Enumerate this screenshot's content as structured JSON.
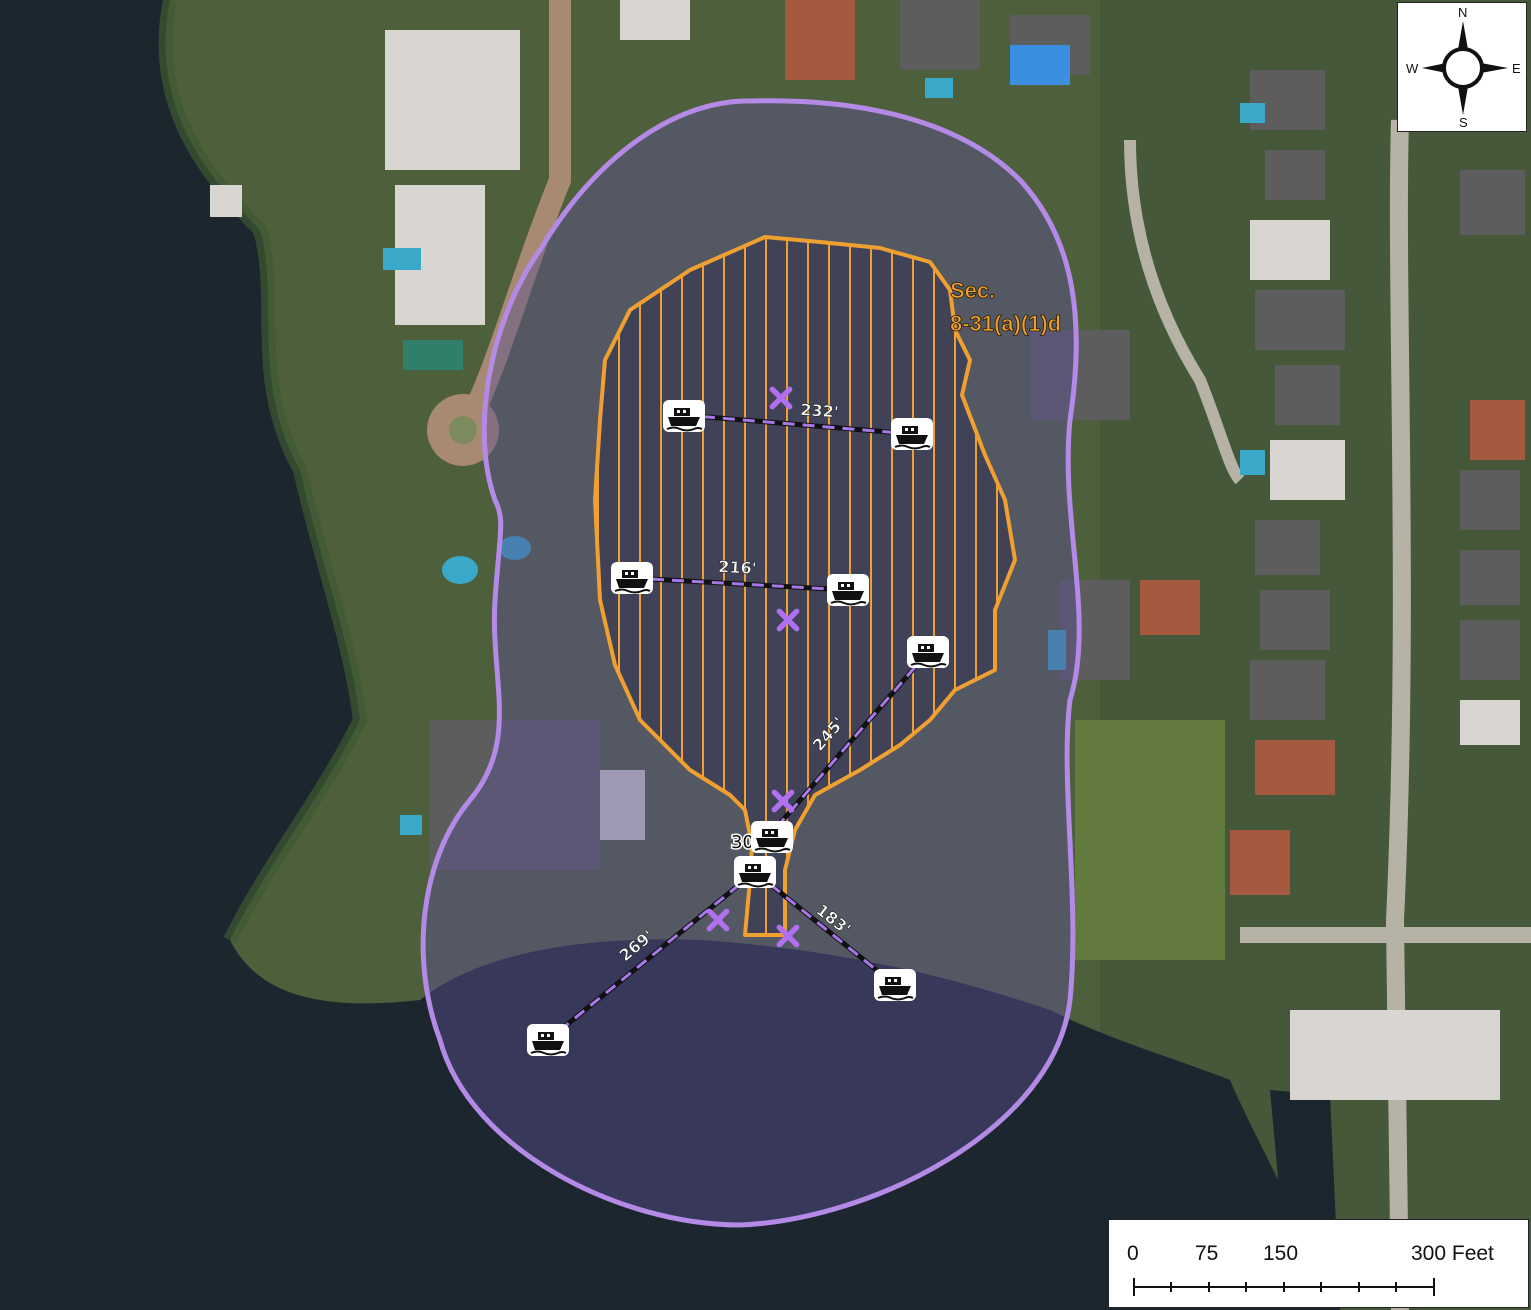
{
  "map": {
    "zone_label": {
      "line1": "Sec.",
      "line2": "8-31(a)(1)d"
    },
    "colors": {
      "buffer_outline": "#b48ae6",
      "buffer_fill": "#3a3560",
      "zone_outline": "#f0a030",
      "water": "#1a2430",
      "land": "#4f6b3a",
      "measure_line": "#a678e8"
    },
    "measurements": [
      {
        "label": "232'"
      },
      {
        "label": "216'"
      },
      {
        "label": "245'"
      },
      {
        "label": "30'"
      },
      {
        "label": "269'"
      },
      {
        "label": "183'"
      }
    ],
    "icons": {
      "vessel": "boat-icon",
      "point": "x-marker-icon"
    }
  },
  "compass": {
    "n": "N",
    "s": "S",
    "e": "E",
    "w": "W"
  },
  "scale": {
    "ticks": [
      {
        "label": "0"
      },
      {
        "label": "75"
      },
      {
        "label": "150"
      },
      {
        "label": "300 Feet"
      }
    ]
  }
}
